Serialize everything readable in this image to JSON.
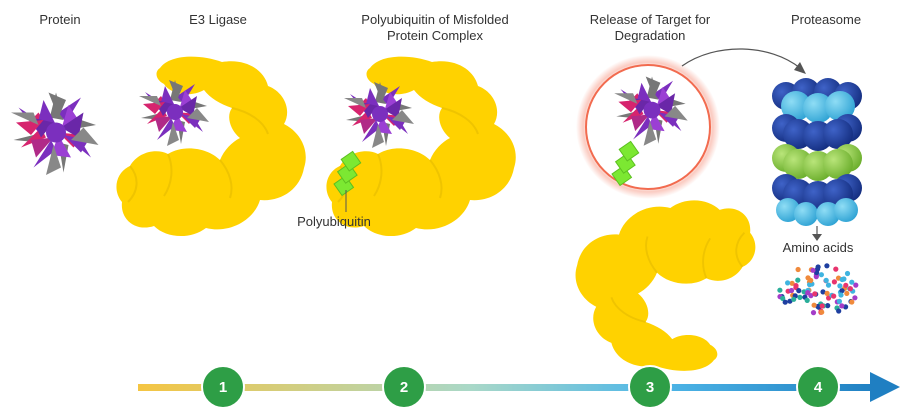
{
  "labels": {
    "protein": "Protein",
    "e3_ligase": "E3 Ligase",
    "polyubiquitin_title_line1": "Polyubiquitin of Misfolded",
    "polyubiquitin_title_line2": "Protein Complex",
    "release_line1": "Release of Target for",
    "release_line2": "Degradation",
    "proteasome": "Proteasome",
    "polyubiquitin": "Polyubiquitin",
    "amino_acids": "Amino acids"
  },
  "steps": [
    "1",
    "2",
    "3",
    "4"
  ],
  "colors": {
    "ligase_yellow": "#FFD200",
    "ligase_shadow": "#F0C000",
    "protein_purple": "#7B2FBE",
    "protein_magenta": "#D6246E",
    "protein_gray": "#777777",
    "ubiquitin_green": "#7CE832",
    "step_green": "#2E9E46",
    "arrow_start": "#F5C542",
    "arrow_end": "#1F7FC2",
    "highlight_ring": "#F26B4F",
    "proteasome_dark_blue": "#1E3FA0",
    "proteasome_light_blue": "#3FB4E0",
    "proteasome_green": "#86C43E"
  }
}
